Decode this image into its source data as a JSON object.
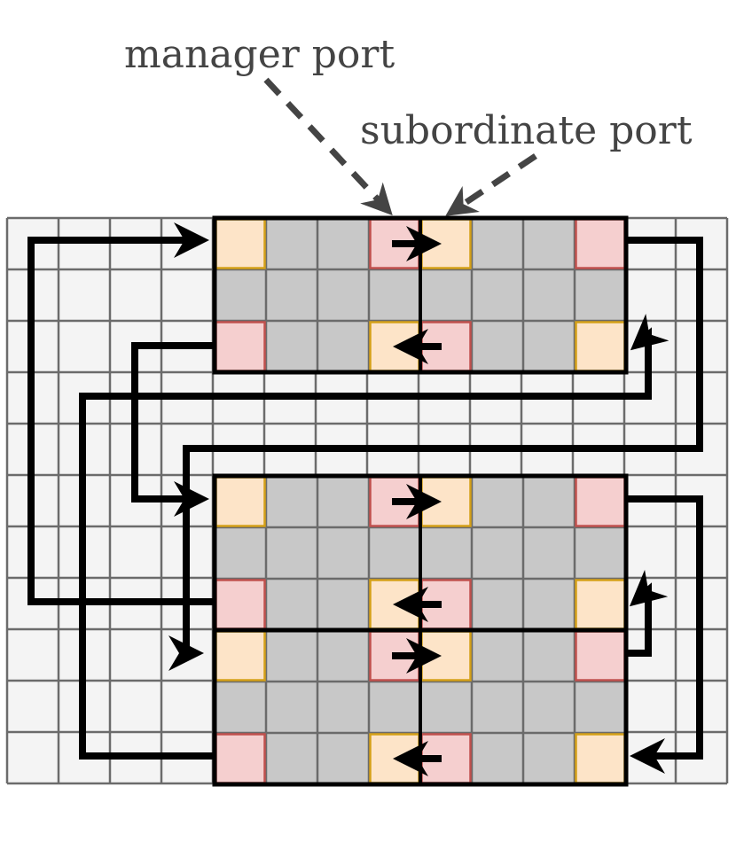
{
  "labels": {
    "manager": "manager port",
    "subordinate": "subordinate port"
  },
  "colors": {
    "background_cell": "#f4f4f4",
    "grid_line": "#6b6b6b",
    "tile_cell": "#c8c8c8",
    "manager_port_fill": "#f5cfcf",
    "manager_port_border": "#c0504d",
    "subordinate_port_fill": "#fde4c8",
    "subordinate_port_border": "#d4a017",
    "wire": "#000000",
    "annotation": "#444444"
  },
  "grid": {
    "columns": 14,
    "rows": 11
  },
  "tiles": [
    {
      "name": "tile-top"
    },
    {
      "name": "tile-middle"
    },
    {
      "name": "tile-bottom"
    }
  ]
}
